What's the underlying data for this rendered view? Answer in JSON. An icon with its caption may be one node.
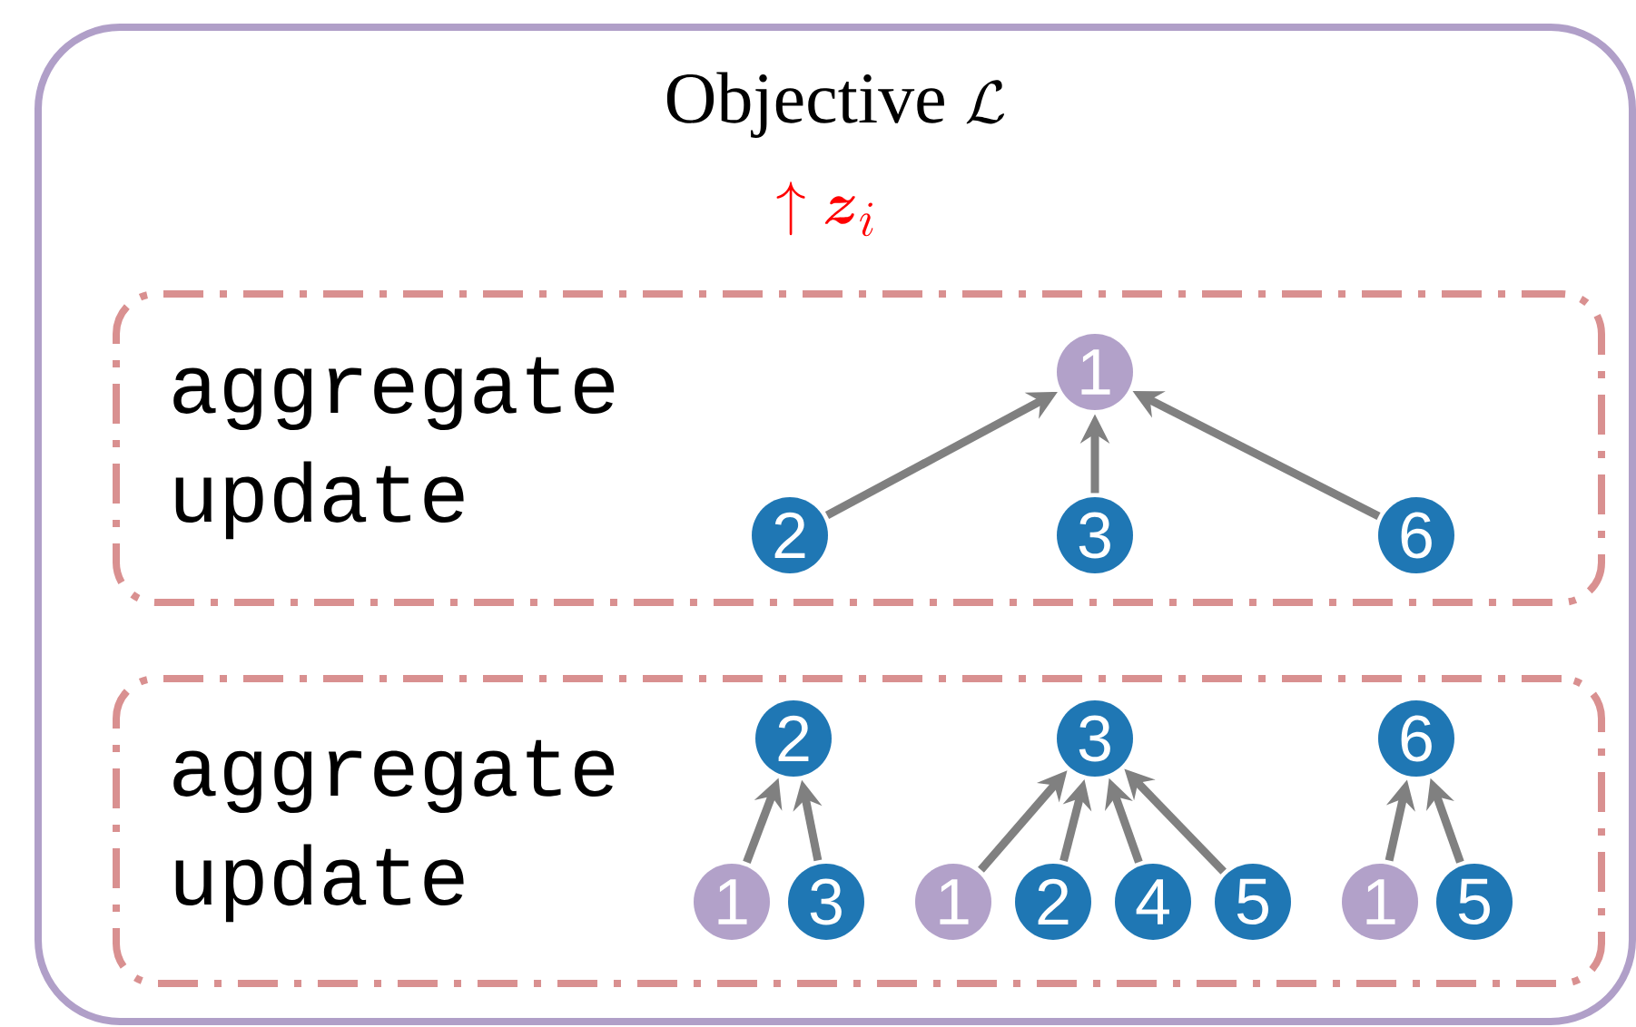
{
  "diagram": {
    "nodes": [
      {
        "text": [
          "\\text{Objective } \\mathcal{L}"
        ]
      },
      {
        "text": [
          "aggregate update"
        ],
        "in": 0
      },
      {
        "text": [
          "1"
        ],
        "in": 1
      },
      {
        "text": [
          "2"
        ],
        "in": 1
      },
      {
        "text": [
          "3"
        ],
        "in": 1
      },
      {
        "text": [
          "6"
        ],
        "in": 1
      },
      {
        "text": [
          "aggregate update"
        ],
        "in": 0
      },
      {
        "text": [
          "2"
        ],
        "in": 6
      },
      {
        "text": [
          "3"
        ],
        "in": 6
      },
      {
        "text": [
          "6"
        ],
        "in": 6
      },
      {
        "text": [
          "1"
        ],
        "in": 6
      },
      {
        "text": [
          "3"
        ],
        "in": 6
      },
      {
        "text": [
          "1"
        ],
        "in": 6
      },
      {
        "text": [
          "2"
        ],
        "in": 6
      },
      {
        "text": [
          "4"
        ],
        "in": 6
      },
      {
        "text": [
          "5"
        ],
        "in": 6
      },
      {
        "text": [
          "1"
        ],
        "in": 6
      },
      {
        "text": [
          "5"
        ],
        "in": 6
      }
    ],
    "edges": [
      {
        "from": 3,
        "to": 2,
        "arrow": "to"
      },
      {
        "from": 4,
        "to": 2,
        "arrow": "to"
      },
      {
        "from": 5,
        "to": 2,
        "arrow": "to"
      },
      {
        "from": 10,
        "to": 7,
        "arrow": "to"
      },
      {
        "from": 11,
        "to": 7,
        "arrow": "to"
      },
      {
        "from": 12,
        "to": 8,
        "arrow": "to"
      },
      {
        "from": 13,
        "to": 8,
        "arrow": "to"
      },
      {
        "from": 14,
        "to": 8,
        "arrow": "to"
      },
      {
        "from": 15,
        "to": 8,
        "arrow": "to"
      },
      {
        "from": 16,
        "to": 9,
        "arrow": "to"
      },
      {
        "from": 17,
        "to": 9,
        "arrow": "to"
      }
    ],
    "labels": [
      "\\uparrow \\boldsymbol{z}_i"
    ]
  }
}
